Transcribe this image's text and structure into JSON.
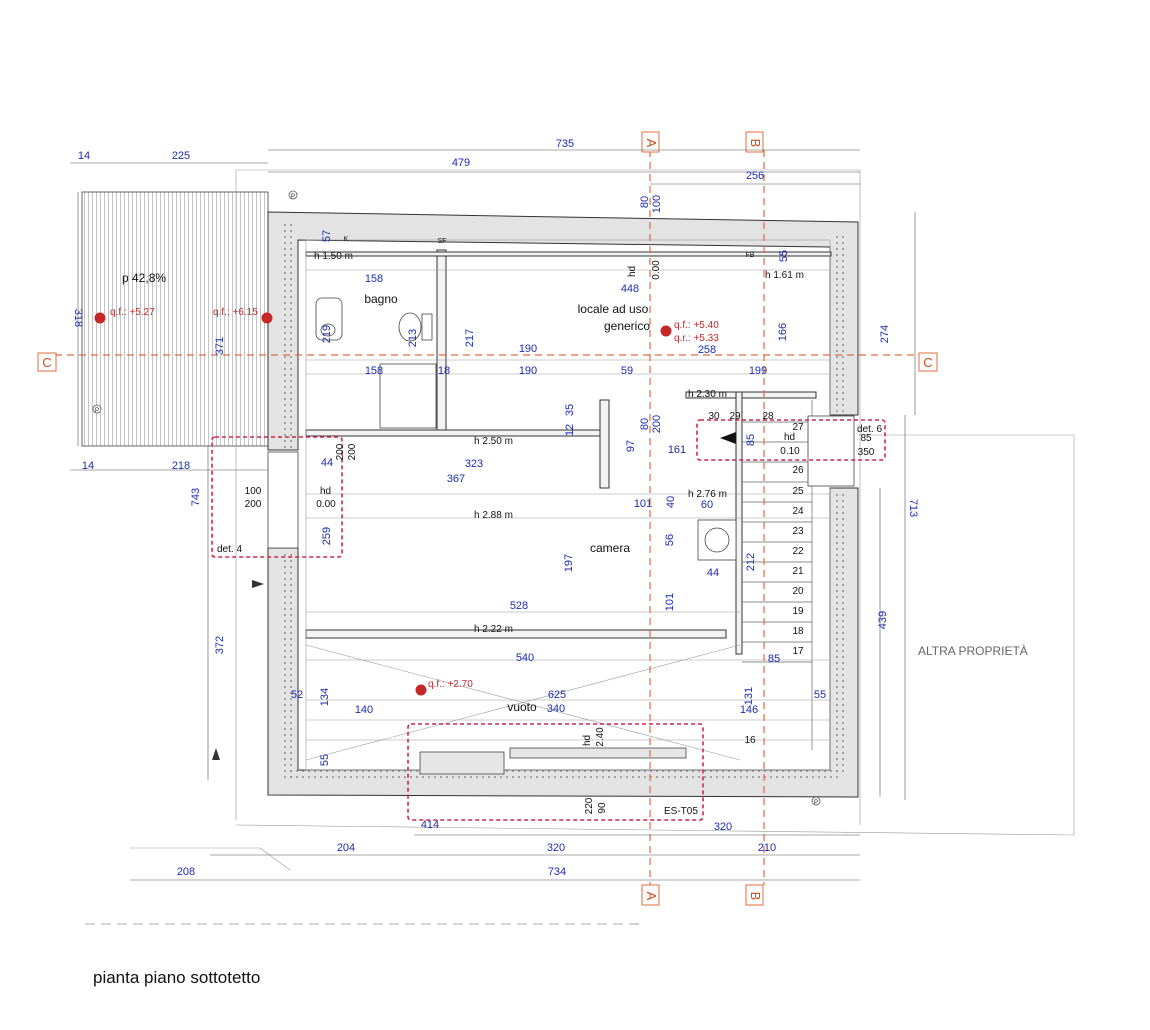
{
  "title": "pianta piano sottotetto",
  "rooms": {
    "bagno": "bagno",
    "locale_1": "locale ad uso",
    "locale_2": "generico",
    "camera": "camera",
    "vuoto": "vuoto",
    "altra": "ALTRA PROPRIETÀ",
    "pendenza": "p 42,8%"
  },
  "heights": {
    "h150": "h 1.50 m",
    "h161": "h 1.61 m",
    "h230": "h 2.30 m",
    "h250": "h 2.50 m",
    "h276": "h 2.76 m",
    "h288": "h 2.88 m",
    "h222": "h 2.22 m"
  },
  "levels": {
    "qf527": "q.f.: +5.27",
    "qf615": "q.f.: +6.15",
    "qf540": "q.f.: +5.40",
    "qr533": "q.r.: +5.33",
    "qf270": "q.f.: +2.70"
  },
  "details": {
    "det4": "det. 4",
    "det6": "det. 6",
    "es": "ES-T05"
  },
  "sections": {
    "a": "A",
    "b": "B",
    "c": "C"
  },
  "symbols": {
    "k": "K",
    "sf": "SF",
    "fb": "FB",
    "p": "P"
  },
  "hd": "hd",
  "top_dims": [
    "14",
    "225",
    "735",
    "479",
    "256"
  ],
  "bottom_dims": [
    "208",
    "204",
    "320",
    "210",
    "734",
    "414",
    "320"
  ],
  "left_dims": [
    "318",
    "371",
    "743",
    "372",
    "14",
    "218"
  ],
  "right_dims": [
    "274",
    "713",
    "439"
  ],
  "inner_dims": {
    "d448": "448",
    "d80": "80",
    "d100": "100",
    "d000a": "0.00",
    "d57": "57",
    "d55a": "55",
    "d158a": "158",
    "d219": "219",
    "d213": "213",
    "d217": "217",
    "d190a": "190",
    "d166": "166",
    "d258": "258",
    "d158b": "158",
    "d18": "18",
    "d190b": "190",
    "d59": "59",
    "d199": "199",
    "d12": "12",
    "d35": "35",
    "d80b": "80",
    "d200a": "200",
    "d97": "97",
    "d161": "161",
    "d85a": "85",
    "d010": "0.10",
    "d85b": "85",
    "d350": "350",
    "d44a": "44",
    "d200b": "200",
    "d200c": "200",
    "d323": "323",
    "d367": "367",
    "d100b": "100",
    "d200d": "200",
    "d000b": "0.00",
    "d101a": "101",
    "d40": "40",
    "d60": "60",
    "d259": "259",
    "d56": "56",
    "d197": "197",
    "d44b": "44",
    "d212": "212",
    "d101b": "101",
    "d528": "528",
    "d540": "540",
    "d85c": "85",
    "d52": "52",
    "d134": "134",
    "d625": "625",
    "d131": "131",
    "d55b": "55",
    "d140": "140",
    "d340": "340",
    "d146": "146",
    "d55c": "55",
    "d240": "2.40",
    "d220": "220",
    "d90": "90"
  },
  "steps": [
    "30",
    "29",
    "28",
    "27",
    "26",
    "25",
    "24",
    "23",
    "22",
    "21",
    "20",
    "19",
    "18",
    "17",
    "16"
  ]
}
